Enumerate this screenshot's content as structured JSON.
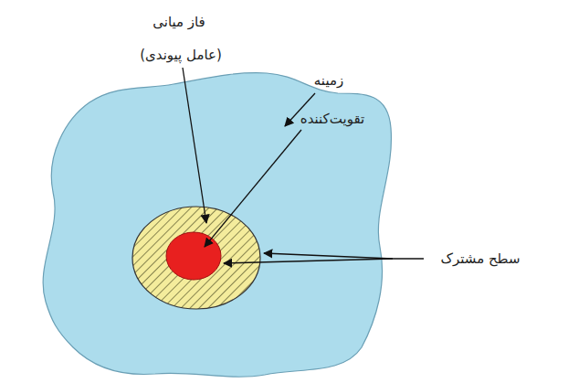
{
  "diagram": {
    "labels": [
      "فاز میانی",
      "(عامل پیوندی)",
      "زمینه",
      "تقویت‌کننده",
      "سطح مشترک"
    ]
  }
}
